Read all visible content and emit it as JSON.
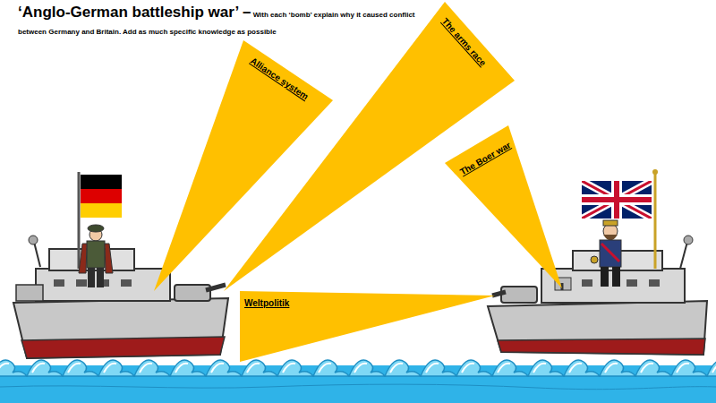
{
  "diagram": {
    "title": "‘Anglo-German battleship war’ –",
    "nodes": [
      {
        "text": [
          "Alliance system"
        ]
      },
      {
        "text": [
          "The arms race"
        ]
      },
      {
        "text": [
          "The Boer war"
        ]
      },
      {
        "text": [
          "Weltpolitik"
        ]
      }
    ],
    "labels": [
      "With each ‘bomb’ explain why it caused conflict between Germany and Britain. Add as much specific knowledge as possible"
    ]
  }
}
